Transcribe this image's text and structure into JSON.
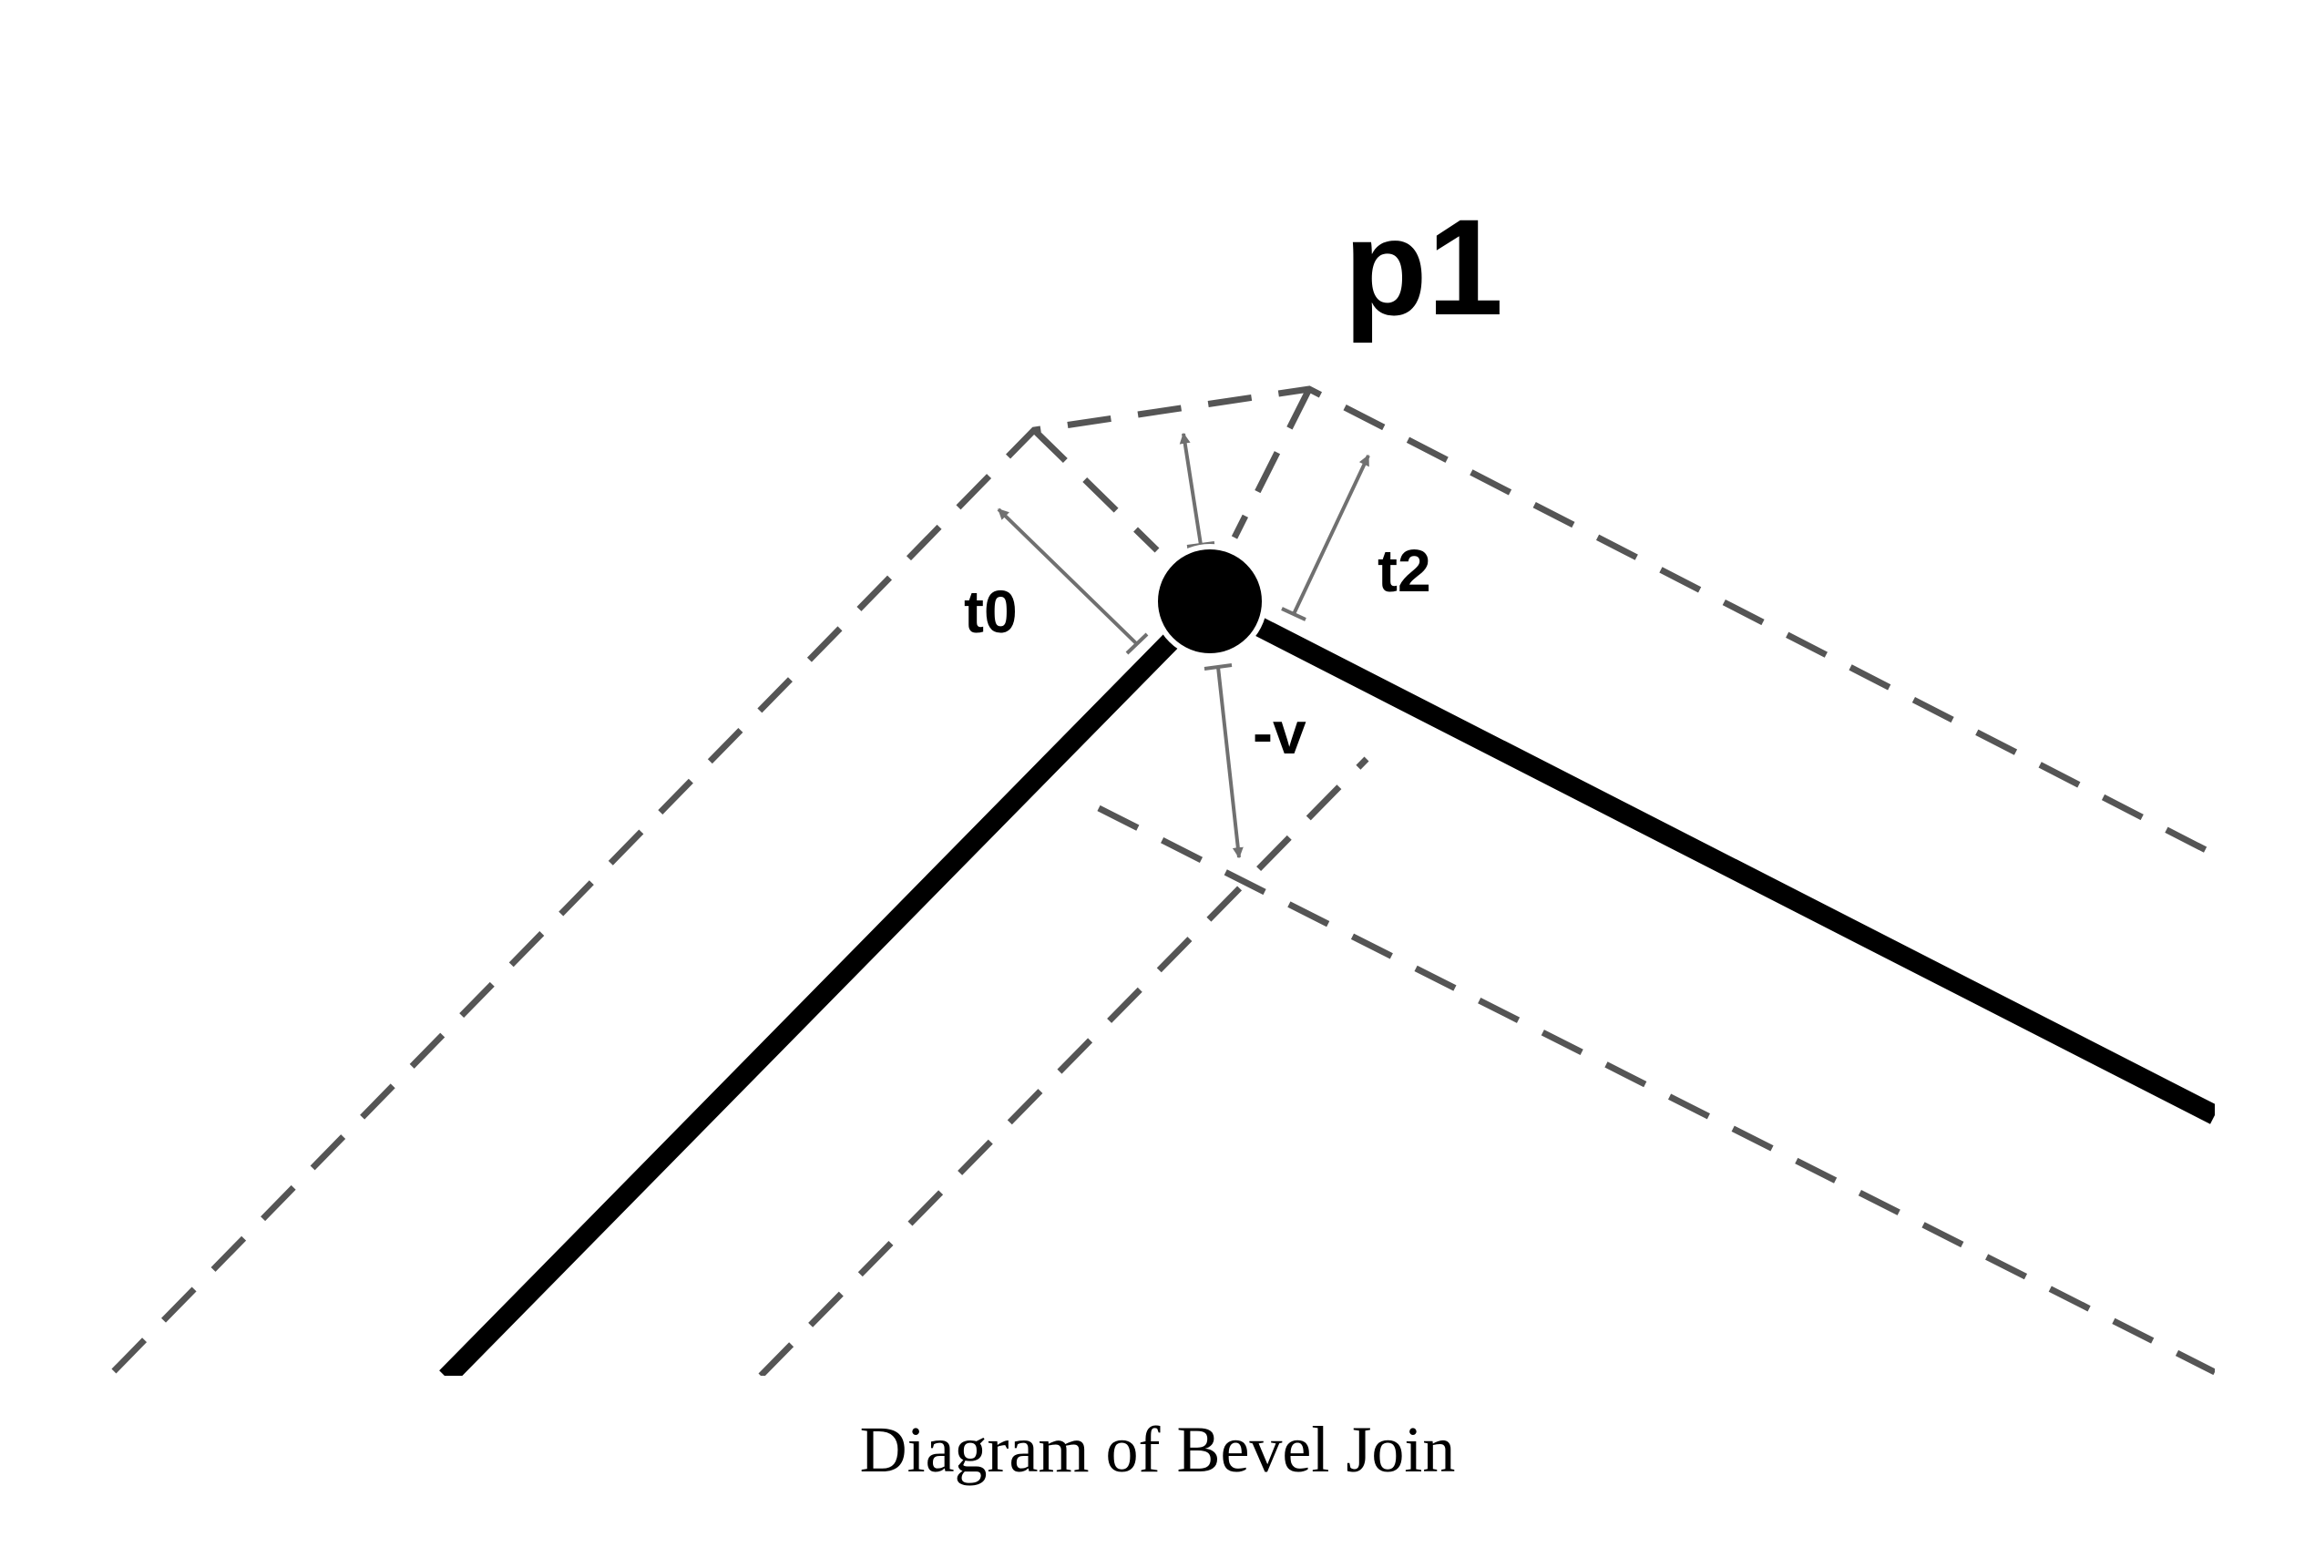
{
  "diagram": {
    "point_label": "p1",
    "tangent_in_label": "t0",
    "tangent_out_label": "t2",
    "neg_v_label": "-v",
    "caption": "Diagram of Bevel Join"
  },
  "colors": {
    "stroke_main": "#000000",
    "stroke_offset": "#555555",
    "arrow": "#707070",
    "background": "#ffffff"
  }
}
